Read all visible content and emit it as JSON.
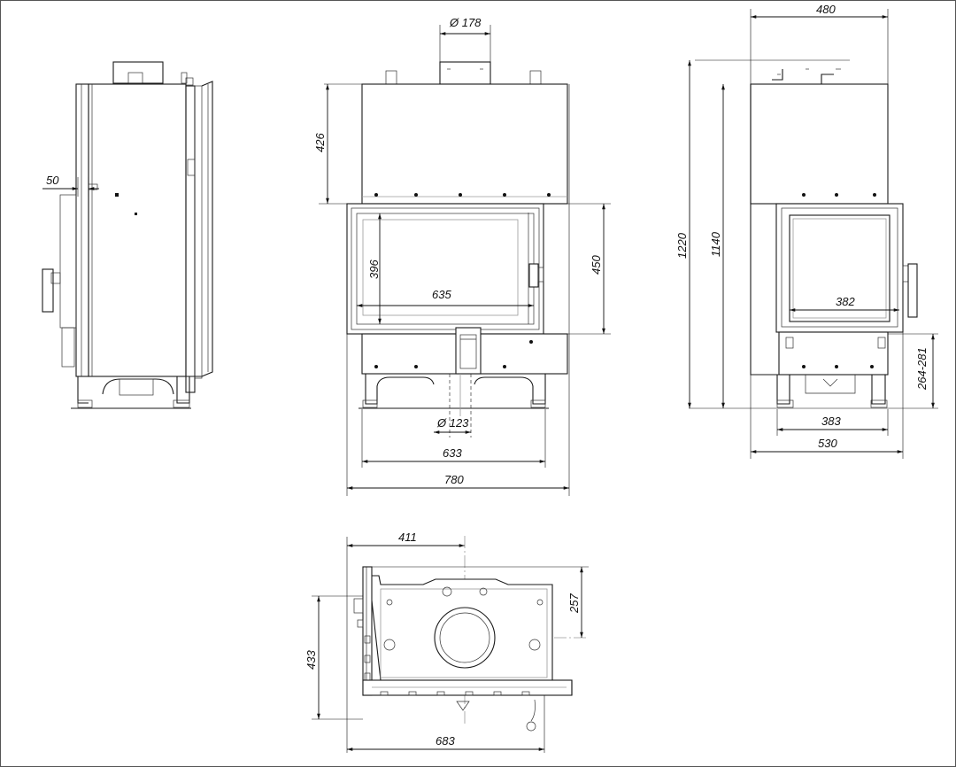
{
  "drawing": {
    "front": {
      "flue_diameter": "Ø 178",
      "top_height": "426",
      "door_height": "450",
      "glass_height": "396",
      "glass_width": "635",
      "air_inlet": "Ø 123",
      "leg_span": "633",
      "total_width": "780"
    },
    "side_left": {
      "offset": "50"
    },
    "side_right": {
      "depth_top": "480",
      "height_total": "1220",
      "height_body": "1140",
      "glass_width": "382",
      "leg_height": "264-281",
      "leg_span": "383",
      "depth": "530"
    },
    "top_view": {
      "axis_offset": "411",
      "axis_depth": "257",
      "depth": "433",
      "width": "683"
    }
  }
}
